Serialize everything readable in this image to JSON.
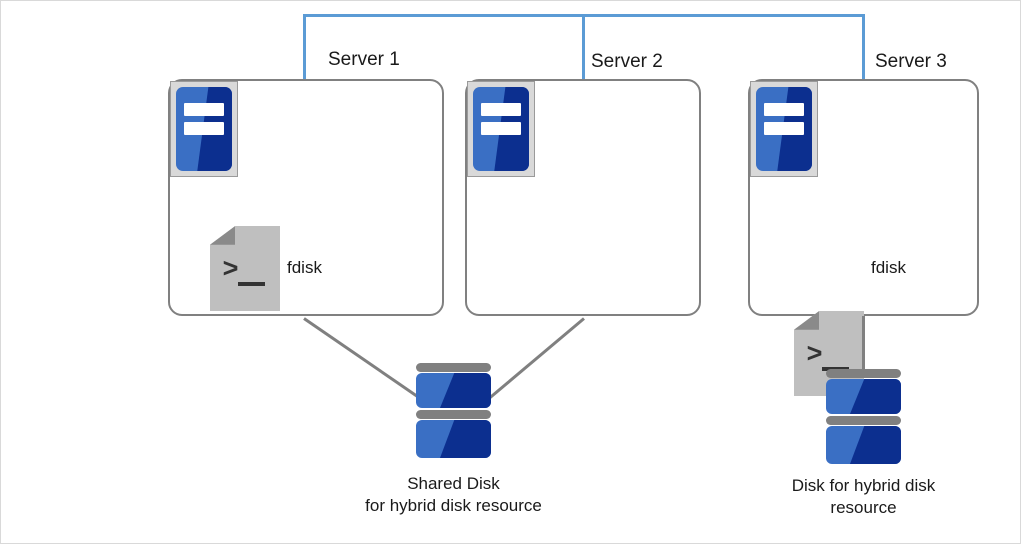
{
  "diagram": {
    "title_present": false,
    "colors": {
      "network_line": "#5b9bd5",
      "connector_line": "#808080",
      "server_box_border": "#808080",
      "icon_blue_light": "#3a6fc4",
      "icon_blue_dark": "#0c2f8f",
      "icon_gray": "#bfbfbf",
      "page_border": "#d9d9d9"
    },
    "network": {
      "name": "interconnect-bus"
    },
    "servers": [
      {
        "label": "Server 1",
        "icon": "server-rack-icon",
        "has_fdisk": true,
        "fdisk_label": "fdisk"
      },
      {
        "label": "Server 2",
        "icon": "server-rack-icon",
        "has_fdisk": false,
        "fdisk_label": ""
      },
      {
        "label": "Server 3",
        "icon": "server-rack-icon",
        "has_fdisk": true,
        "fdisk_label": "fdisk"
      }
    ],
    "disks": [
      {
        "icon": "disk-stack-icon",
        "caption_line1": "Shared Disk",
        "caption_line2": "for hybrid disk resource",
        "caption": "Shared Disk\nfor hybrid disk resource"
      },
      {
        "icon": "disk-stack-icon",
        "caption_line1": "Disk for hybrid disk",
        "caption_line2": "resource",
        "caption": "Disk for hybrid disk\nresource"
      }
    ],
    "icon_glyphs": {
      "console_prompt": ">"
    }
  }
}
